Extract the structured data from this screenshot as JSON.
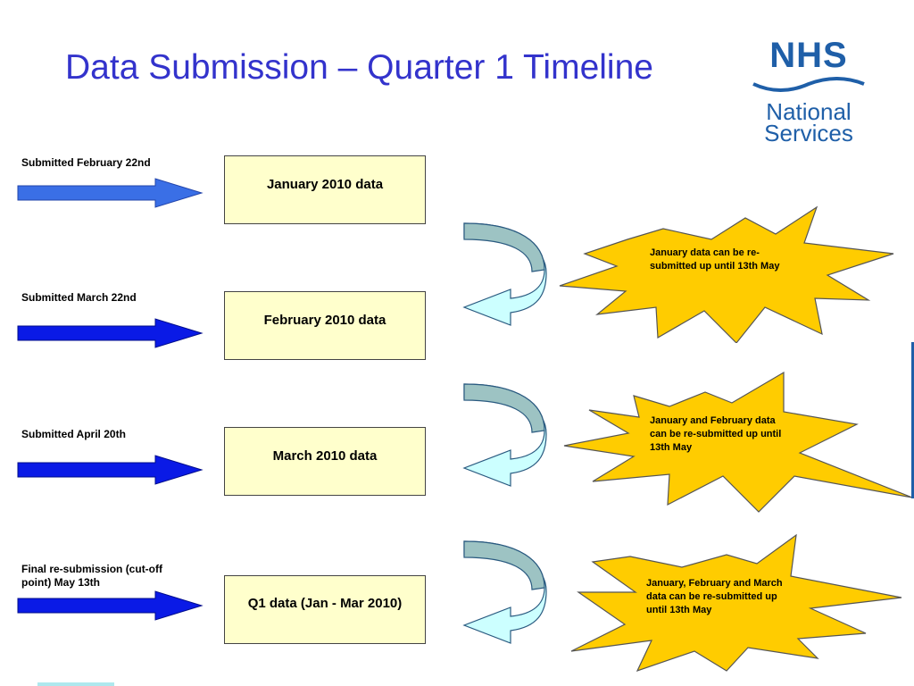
{
  "title": "Data Submission – Quarter 1 Timeline",
  "logo": {
    "line1": "NHS",
    "line2": "National",
    "line3": "Services"
  },
  "rows": [
    {
      "label": "Submitted February 22nd",
      "box": "January 2010 data"
    },
    {
      "label": "Submitted March 22nd",
      "box": "February 2010 data"
    },
    {
      "label": "Submitted April 20th",
      "box": "March 2010 data"
    },
    {
      "label": "Final re-submission (cut-off point) May 13th",
      "box": "Q1 data (Jan - Mar 2010)"
    }
  ],
  "bursts": [
    "January data can be  re-submitted up until 13th May",
    "January and February data can be re-submitted up until 13th May",
    "January, February and March data can be re-submitted up until 13th May"
  ],
  "colors": {
    "title": "#3333cc",
    "arrow_first": "#3a6fe6",
    "arrow": "#0a1ae6",
    "box_fill": "#ffffcc",
    "burst_fill": "#ffcc00",
    "curve_top": "#9dc3c3",
    "curve_bottom": "#ccffff",
    "nhs_blue": "#1f5fa8"
  }
}
